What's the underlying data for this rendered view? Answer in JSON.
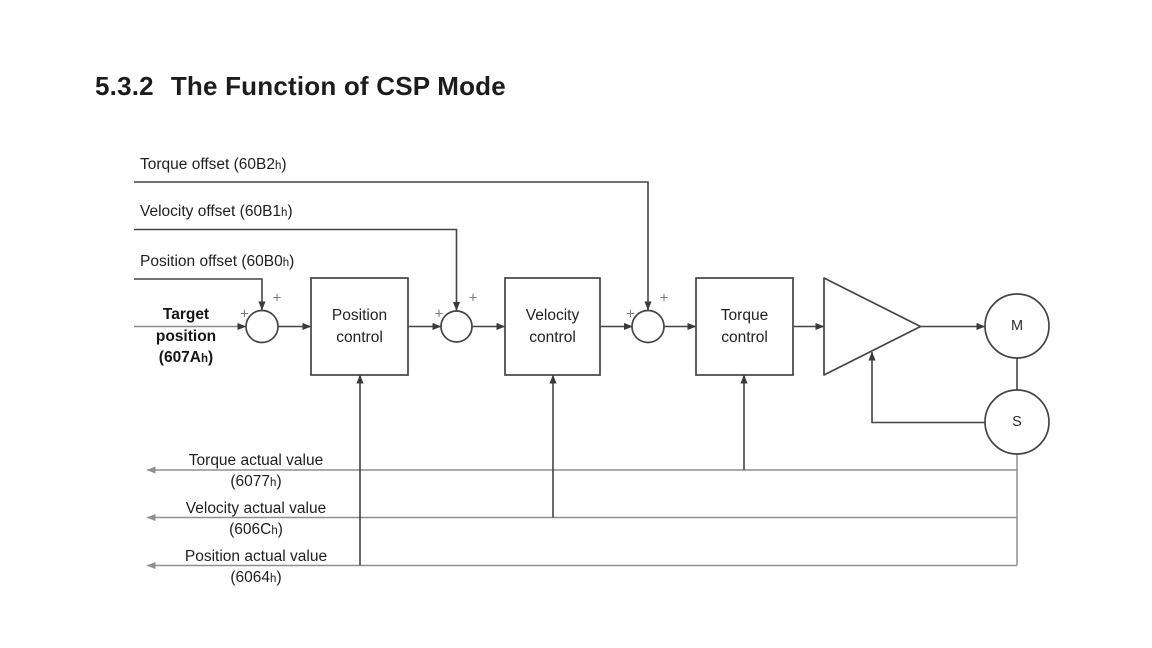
{
  "heading": {
    "number": "5.3.2",
    "title": "The Function of CSP Mode"
  },
  "diagram": {
    "plus": "+",
    "offsets": [
      {
        "pre": "Torque offset (60B2",
        "sub": "h",
        "post": ")"
      },
      {
        "pre": "Velocity offset (60B1",
        "sub": "h",
        "post": ")"
      },
      {
        "pre": "Position offset (60B0",
        "sub": "h",
        "post": ")"
      }
    ],
    "target": {
      "line1": "Target",
      "line2": "position",
      "pre": "(607A",
      "sub": "h",
      "post": ")"
    },
    "blocks": [
      {
        "line1": "Position",
        "line2": "control"
      },
      {
        "line1": "Velocity",
        "line2": "control"
      },
      {
        "line1": "Torque",
        "line2": "control"
      }
    ],
    "motor": "M",
    "sensor": "S",
    "feedback": [
      {
        "line1": "Torque actual value",
        "pre": "(6077",
        "sub": "h",
        "post": ")"
      },
      {
        "line1": "Velocity actual value",
        "pre": "(606C",
        "sub": "h",
        "post": ")"
      },
      {
        "line1": "Position actual value",
        "pre": "(6064",
        "sub": "h",
        "post": ")"
      }
    ],
    "colors": {
      "ink": "#1a1a1a",
      "line": "#454545",
      "feedback_line": "#8f8f8f",
      "plus": "#7d7d7d"
    }
  }
}
